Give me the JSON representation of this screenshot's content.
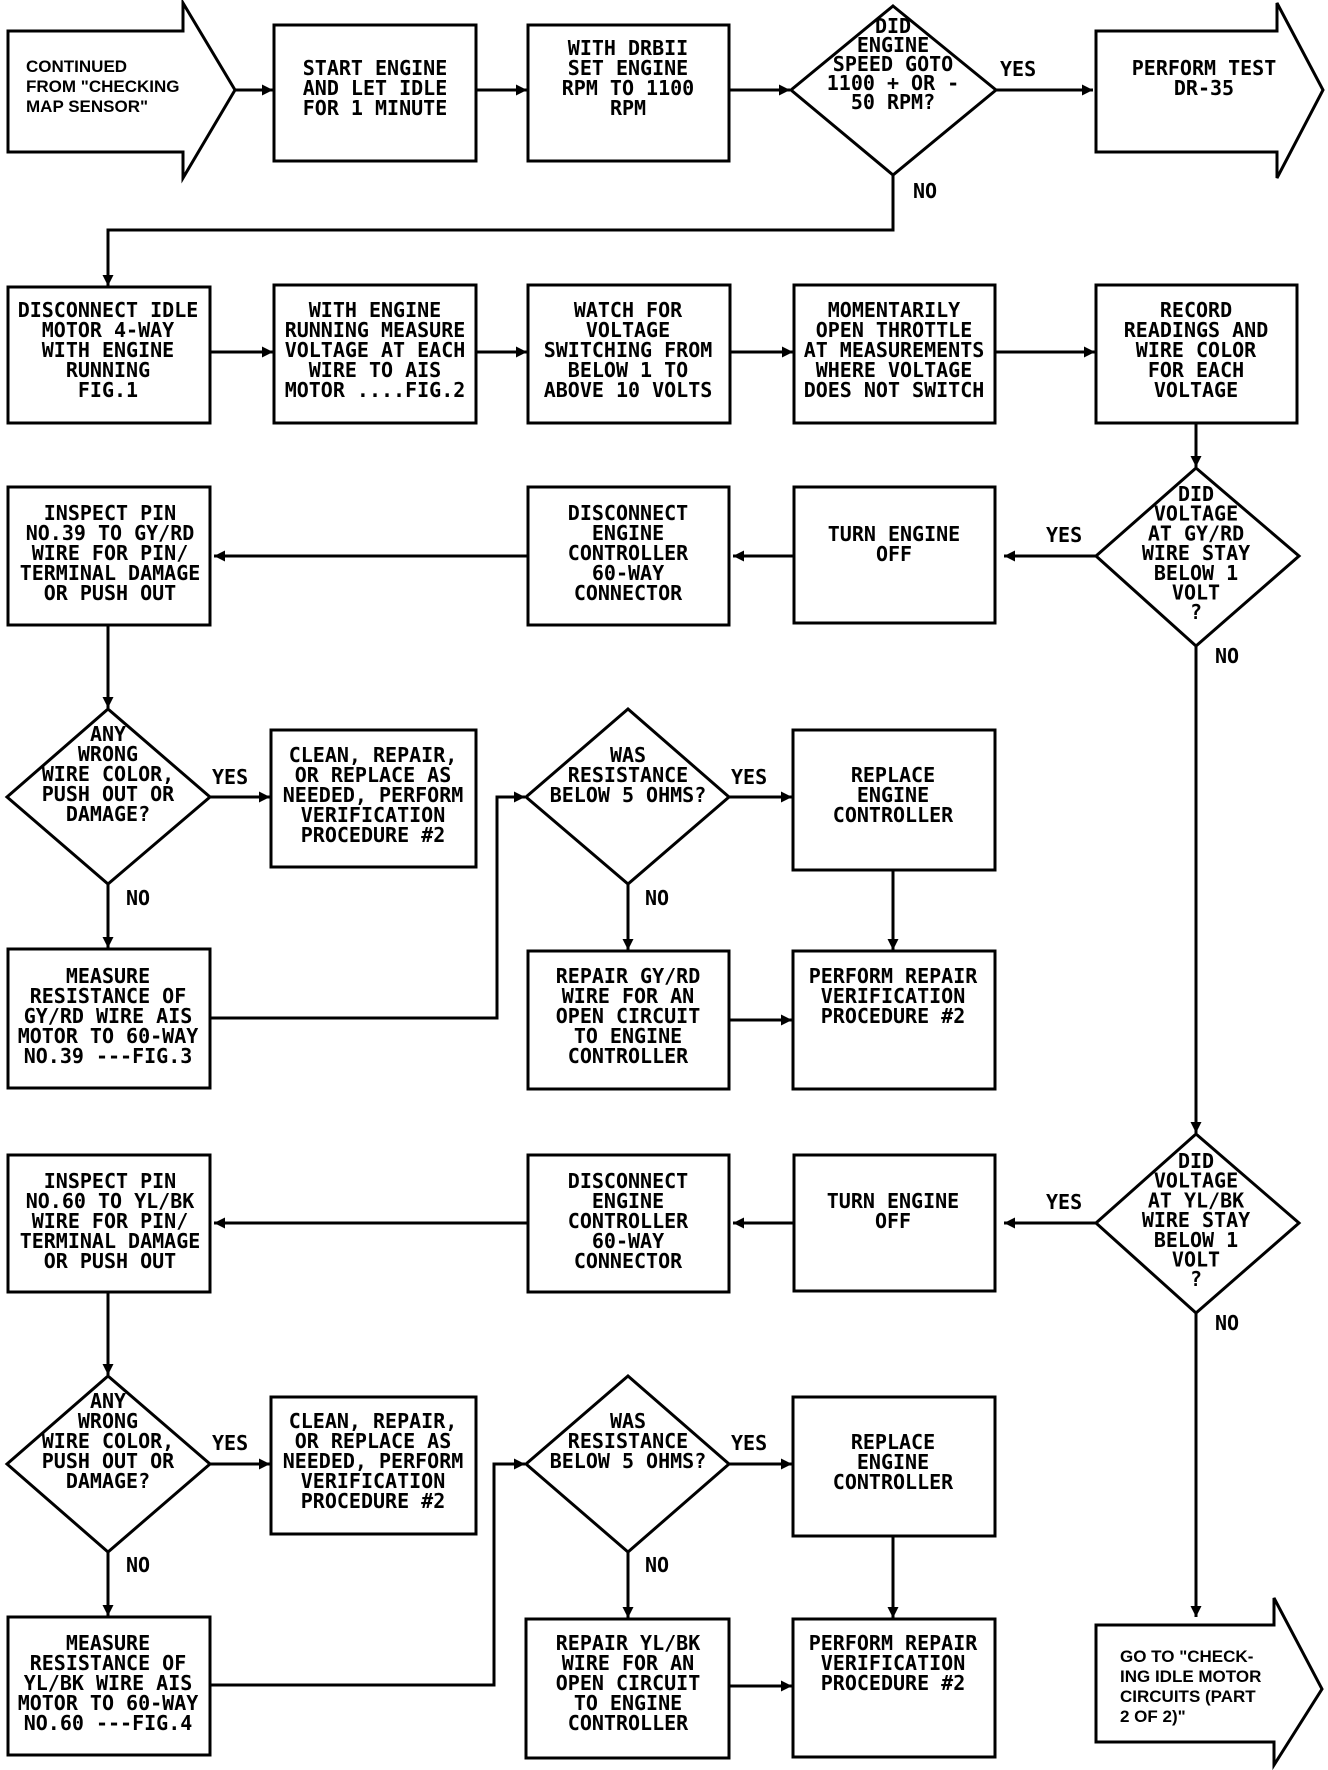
{
  "nodes": {
    "continued_from": "CONTINUED\nFROM \"CHECKING\nMAP SENSOR\"",
    "start_engine": "START ENGINE\nAND LET IDLE\nFOR 1 MINUTE",
    "set_rpm": "WITH DRBII\nSET ENGINE\nRPM TO 1100\nRPM",
    "did_speed": "DID\nENGINE\nSPEED GOTO\n1100 + OR -\n50 RPM?",
    "perform_test": "PERFORM TEST\nDR-35",
    "disconnect_idle": "DISCONNECT IDLE\nMOTOR 4-WAY\nWITH ENGINE\nRUNNING\nFIG.1",
    "measure_voltage": "WITH ENGINE\nRUNNING MEASURE\nVOLTAGE AT EACH\nWIRE TO AIS\nMOTOR ....FIG.2",
    "watch_voltage": "WATCH FOR\nVOLTAGE\nSWITCHING FROM\nBELOW 1 TO\nABOVE 10 VOLTS",
    "open_throttle": "MOMENTARILY\nOPEN THROTTLE\nAT MEASUREMENTS\nWHERE VOLTAGE\nDOES NOT SWITCH",
    "record_readings": "RECORD\nREADINGS AND\nWIRE COLOR\nFOR EACH\nVOLTAGE",
    "did_gyrd": "DID\nVOLTAGE\nAT GY/RD\nWIRE STAY\nBELOW 1\nVOLT\n?",
    "turn_off_1": "TURN ENGINE\nOFF",
    "disconnect_ctrl_1": "DISCONNECT\nENGINE\nCONTROLLER\n60-WAY\nCONNECTOR",
    "inspect_39": "INSPECT PIN\nNO.39 TO GY/RD\nWIRE FOR PIN/\nTERMINAL DAMAGE\nOR PUSH OUT",
    "any_wrong_1": "ANY\nWRONG\nWIRE COLOR,\nPUSH OUT OR\nDAMAGE?",
    "clean_repair_1": "CLEAN, REPAIR,\nOR REPLACE AS\nNEEDED, PERFORM\nVERIFICATION\nPROCEDURE #2",
    "resistance_1": "WAS\nRESISTANCE\nBELOW 5 OHMS?",
    "replace_ctrl_1": "REPLACE\nENGINE\nCONTROLLER",
    "measure_res_1": "MEASURE\nRESISTANCE OF\nGY/RD WIRE AIS\nMOTOR TO 60-WAY\nNO.39 ---FIG.3",
    "repair_gyrd": "REPAIR GY/RD\nWIRE FOR AN\nOPEN CIRCUIT\nTO ENGINE\nCONTROLLER",
    "verify_1": "PERFORM REPAIR\nVERIFICATION\nPROCEDURE #2",
    "did_ylbk": "DID\nVOLTAGE\nAT YL/BK\nWIRE STAY\nBELOW 1\nVOLT\n?",
    "turn_off_2": "TURN ENGINE\nOFF",
    "disconnect_ctrl_2": "DISCONNECT\nENGINE\nCONTROLLER\n60-WAY\nCONNECTOR",
    "inspect_60": "INSPECT PIN\nNO.60 TO YL/BK\nWIRE FOR PIN/\nTERMINAL DAMAGE\nOR PUSH OUT",
    "any_wrong_2": "ANY\nWRONG\nWIRE COLOR,\nPUSH OUT OR\nDAMAGE?",
    "clean_repair_2": "CLEAN, REPAIR,\nOR REPLACE AS\nNEEDED, PERFORM\nVERIFICATION\nPROCEDURE #2",
    "resistance_2": "WAS\nRESISTANCE\nBELOW 5 OHMS?",
    "replace_ctrl_2": "REPLACE\nENGINE\nCONTROLLER",
    "measure_res_2": "MEASURE\nRESISTANCE OF\nYL/BK WIRE AIS\nMOTOR TO 60-WAY\nNO.60 ---FIG.4",
    "repair_ylbk": "REPAIR YL/BK\nWIRE FOR AN\nOPEN CIRCUIT\nTO ENGINE\nCONTROLLER",
    "verify_2": "PERFORM REPAIR\nVERIFICATION\nPROCEDURE #2",
    "goto_part2": "GO TO \"CHECK-\nING IDLE MOTOR\nCIRCUITS (PART\n2 OF 2)\""
  },
  "labels": {
    "yes": "YES",
    "no": "NO"
  }
}
